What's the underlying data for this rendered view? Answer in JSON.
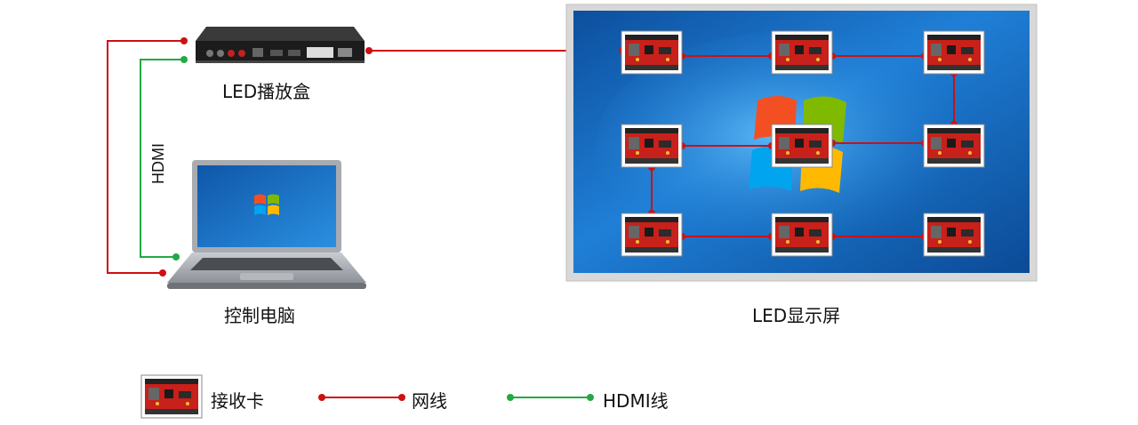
{
  "labels": {
    "player_box": "LED播放盒",
    "control_pc": "控制电脑",
    "led_screen": "LED显示屏",
    "hdmi_cable_label": "HDMI"
  },
  "legend": {
    "receiver_card": "接收卡",
    "network_cable": "网线",
    "hdmi_cable": "HDMI线"
  },
  "colors": {
    "network": "#cc1111",
    "hdmi": "#22aa44",
    "screen_bg": "#1a6fc0",
    "card_red": "#c8201a"
  },
  "icons": [
    "player-box-icon",
    "laptop-icon",
    "led-screen-icon",
    "receiver-card-icon",
    "windows-logo-icon"
  ]
}
